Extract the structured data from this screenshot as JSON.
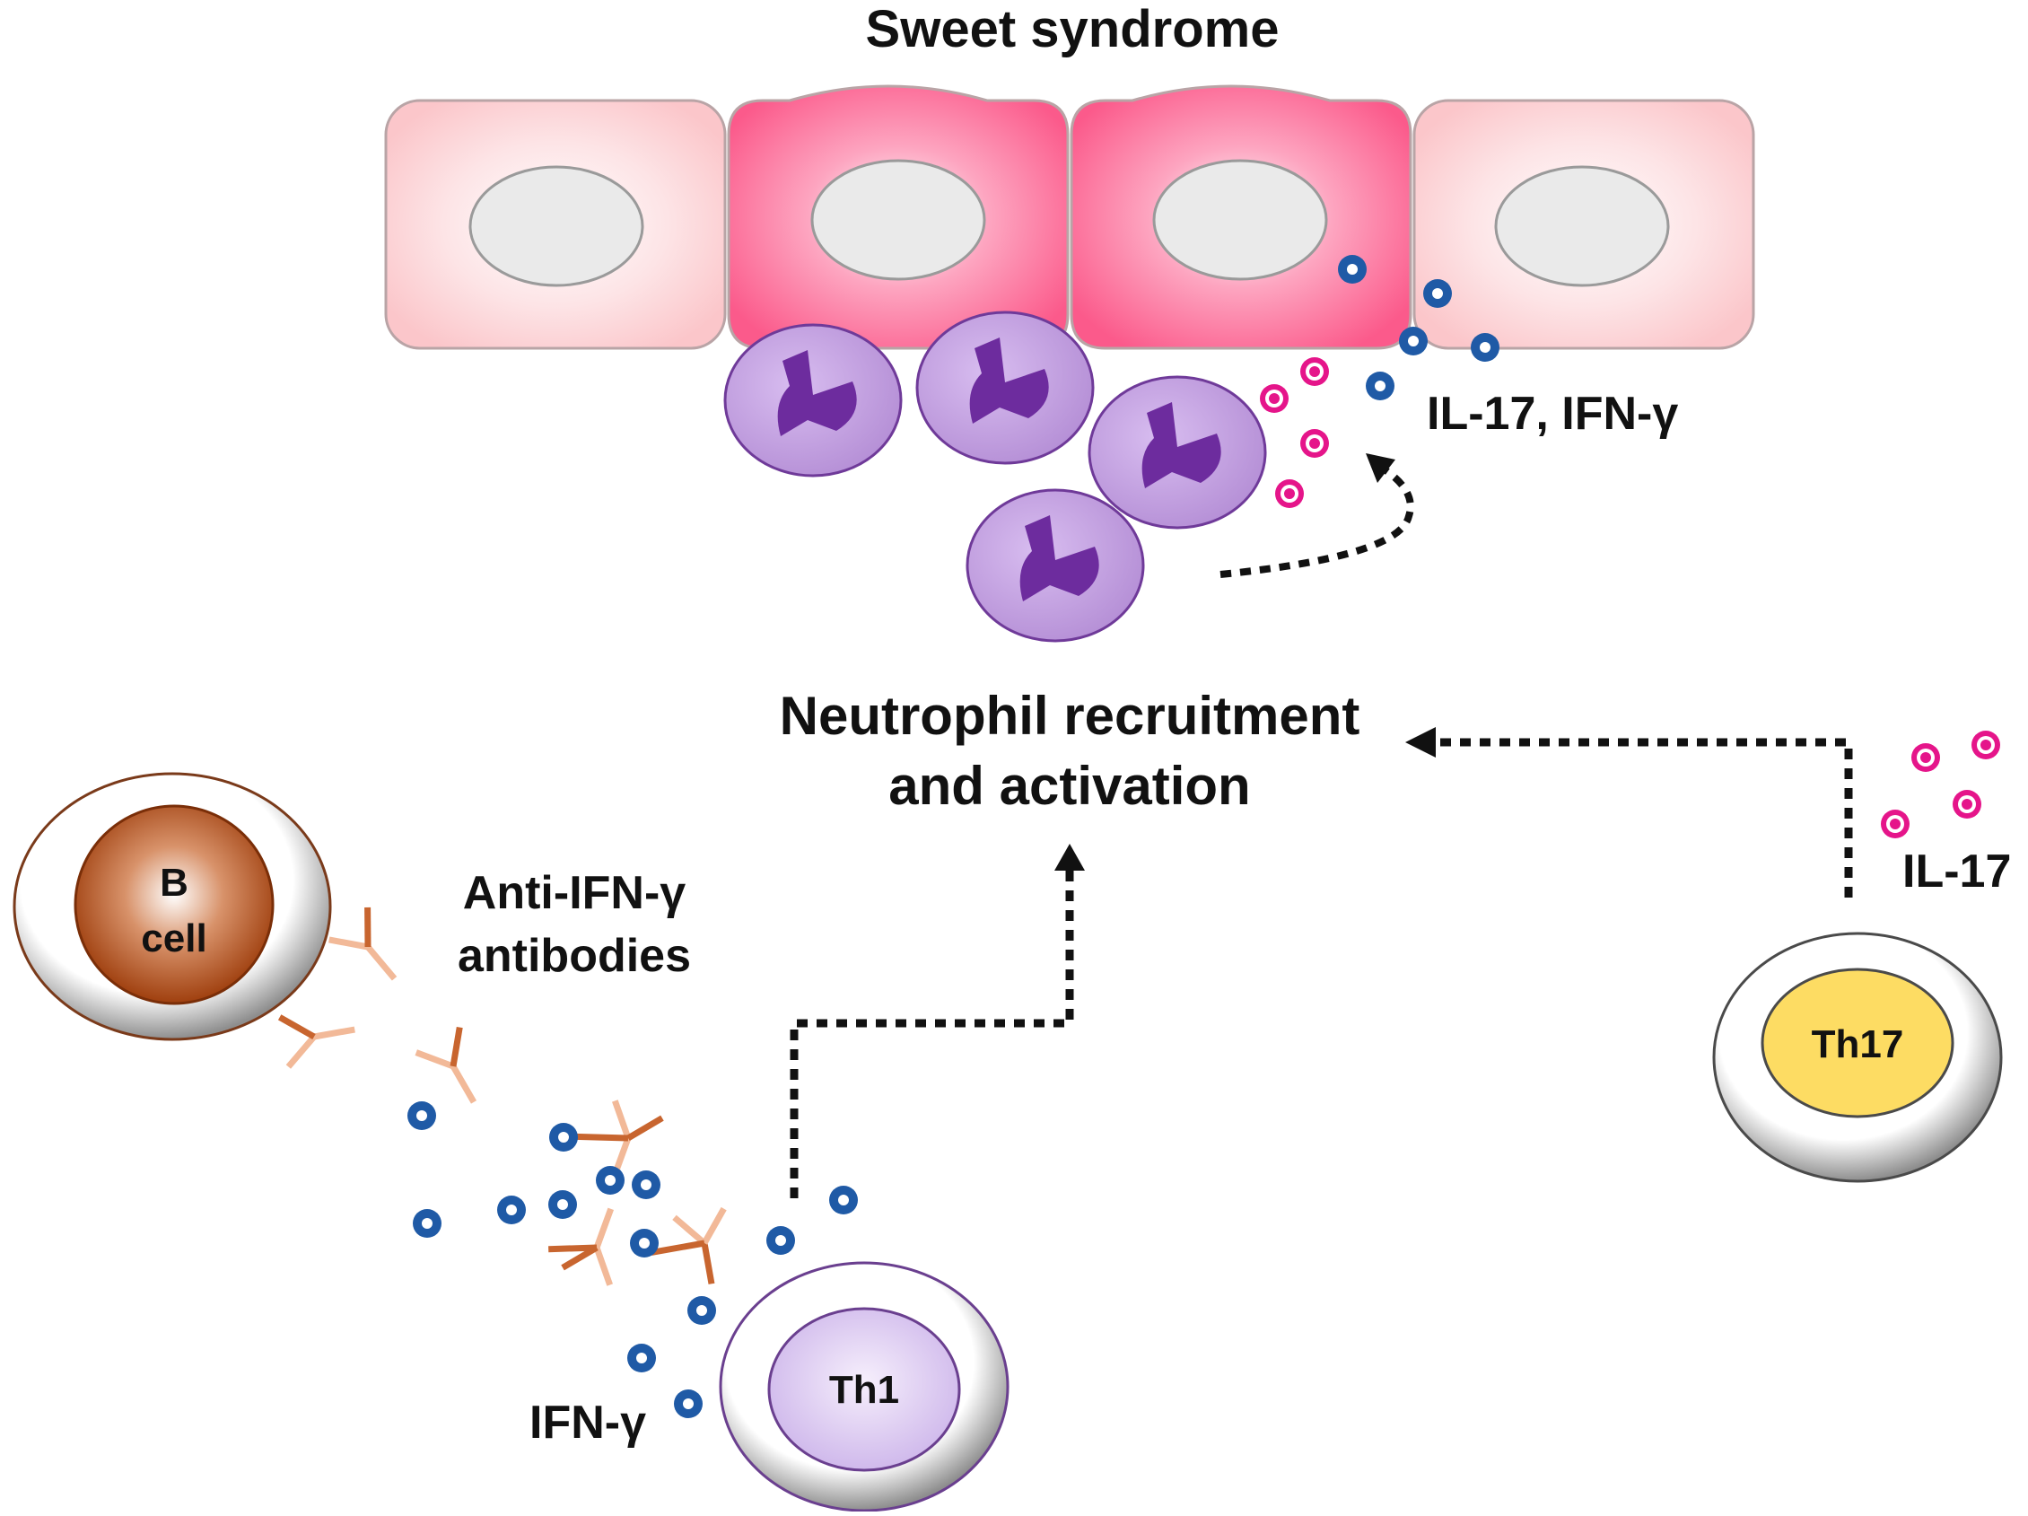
{
  "title": "Sweet syndrome",
  "labels": {
    "il17_ifng": "IL-17, IFN-γ",
    "neutrophil_line1": "Neutrophil recruitment",
    "neutrophil_line2": "and activation",
    "anti_line1": "Anti-IFN-γ",
    "anti_line2": "antibodies",
    "ifng": "IFN-γ",
    "il17": "IL-17"
  },
  "cells": {
    "b_cell_line1": "B",
    "b_cell_line2": "cell",
    "th1": "Th1",
    "th17": "Th17"
  },
  "colors": {
    "cell_light": "#fcd3d6",
    "cell_inflamed": "#fb5d8d",
    "neutrophil": "#c7a3e0",
    "neutrophil_nucleus": "#6d2c9e",
    "ifng_dot": "#1f5aa6",
    "il17_dot": "#e5158a",
    "antibody_light": "#f2b998",
    "antibody_dark": "#c8652f",
    "b_cell_nucleus": "#a24412",
    "th1_nucleus": "#d6c2ee",
    "th17_nucleus": "#fddc63"
  }
}
